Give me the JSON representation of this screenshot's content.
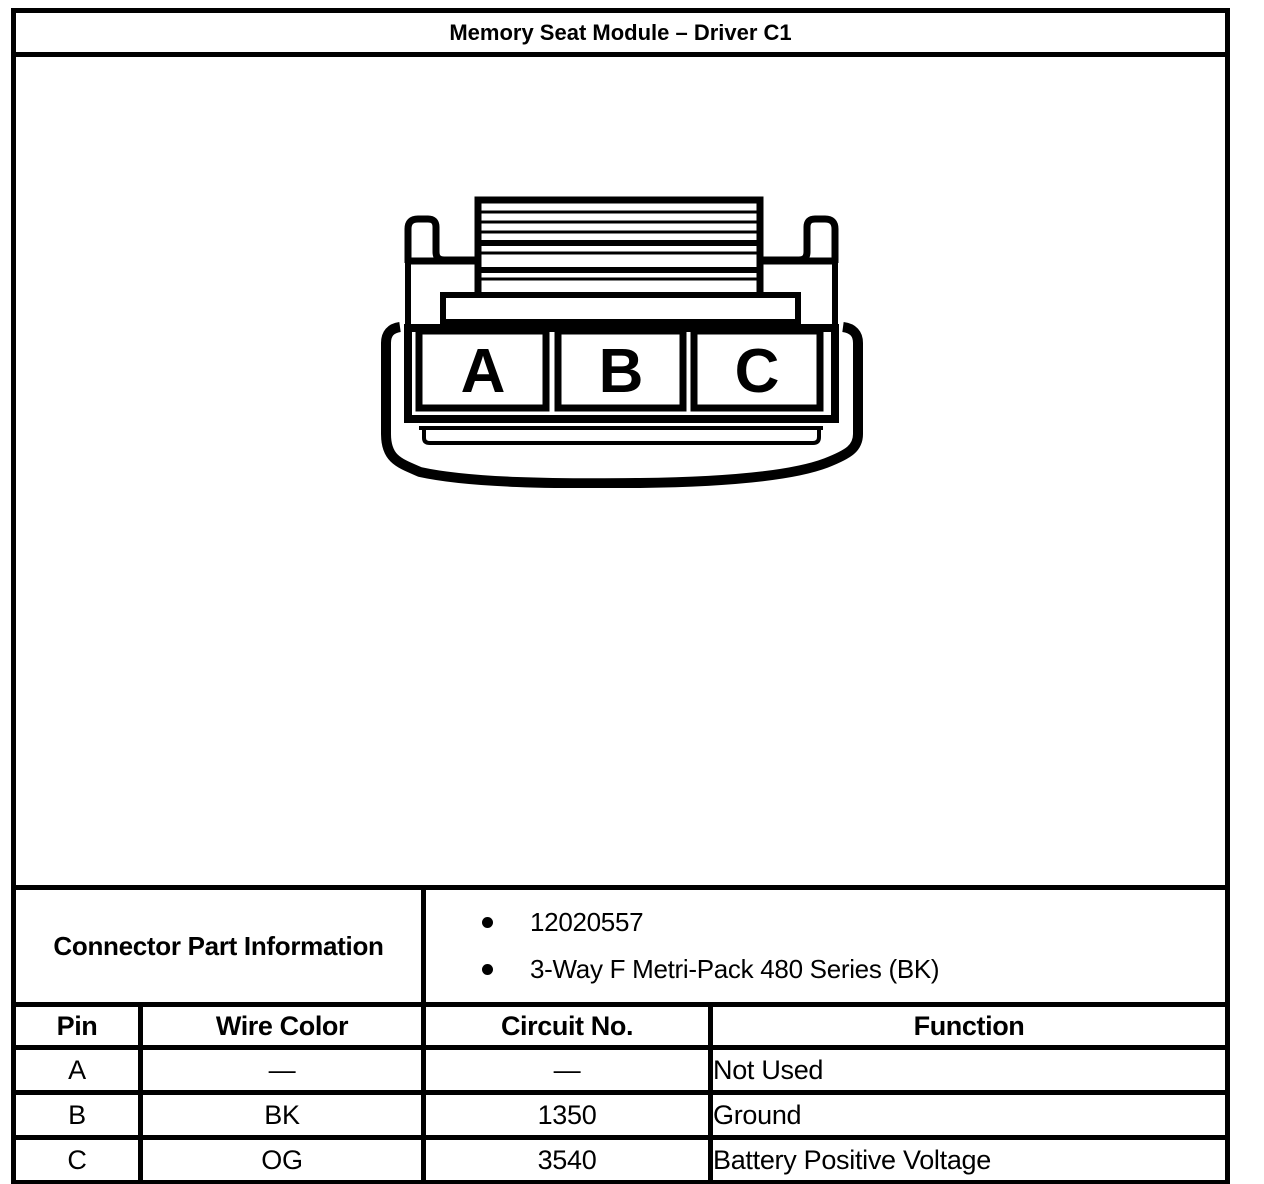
{
  "title": "Memory Seat Module – Driver C1",
  "connector": {
    "description": "3-way female connector, front view",
    "pin_labels": [
      "A",
      "B",
      "C"
    ]
  },
  "part_info": {
    "label": "Connector Part Information",
    "bullets": [
      "12020557",
      "3-Way F Metri-Pack 480 Series (BK)"
    ]
  },
  "pin_table": {
    "headers": [
      "Pin",
      "Wire Color",
      "Circuit No.",
      "Function"
    ],
    "rows": [
      {
        "pin": "A",
        "wire_color": "—",
        "circuit_no": "—",
        "function": "Not Used"
      },
      {
        "pin": "B",
        "wire_color": "BK",
        "circuit_no": "1350",
        "function": "Ground"
      },
      {
        "pin": "C",
        "wire_color": "OG",
        "circuit_no": "3540",
        "function": "Battery Positive Voltage"
      }
    ]
  },
  "colors": {
    "line": "#000000",
    "background": "#ffffff"
  }
}
